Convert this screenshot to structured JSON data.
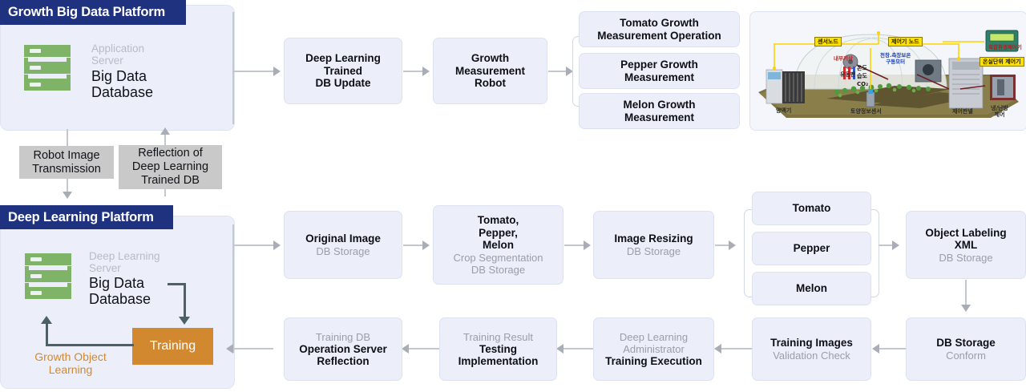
{
  "diagram": {
    "title": "Growth Big Data Platform and Deep Learning Platform flow diagram"
  },
  "platforms": [
    {
      "header": "Growth Big Data Platform",
      "server_sub": "Application\nServer",
      "server_title": "Big Data\nDatabase"
    },
    {
      "header": "Deep Learning Platform",
      "server_sub": "Deep Learning\nServer",
      "server_title": "Big Data\nDatabase",
      "training_label": "Training",
      "learning_label": "Growth Object\nLearning"
    }
  ],
  "notes": [
    {
      "text": "Robot Image\nTransmission"
    },
    {
      "text": "Reflection of\nDeep Learning\nTrained DB"
    }
  ],
  "top_flow": [
    {
      "strong": "Deep Learning\nTrained\nDB Update",
      "light": ""
    },
    {
      "strong": "Growth\nMeasurement\nRobot",
      "light": ""
    }
  ],
  "measurement_boxes": [
    {
      "strong": "Tomato Growth\nMeasurement Operation"
    },
    {
      "strong": "Pepper Growth\nMeasurement"
    },
    {
      "strong": "Melon Growth\nMeasurement"
    }
  ],
  "mid_flow": [
    {
      "strong": "Original Image",
      "light": "DB Storage"
    },
    {
      "strong": "Tomato,\nPepper,\nMelon",
      "light": "Crop Segmentation\nDB Storage"
    },
    {
      "strong": "Image Resizing",
      "light": "DB Storage"
    }
  ],
  "crop_boxes": [
    {
      "strong": "Tomato"
    },
    {
      "strong": "Pepper"
    },
    {
      "strong": "Melon"
    }
  ],
  "labeling_box": {
    "strong": "Object Labeling\nXML",
    "light": "DB Storage"
  },
  "bottom_flow": [
    {
      "light": "Training DB",
      "strong": "Operation Server\nReflection"
    },
    {
      "light": "Training Result",
      "strong": "Testing\nImplementation"
    },
    {
      "light": "Deep Learning\nAdministrator",
      "strong": "Training Execution"
    },
    {
      "strong": "Training Images",
      "light": "Validation Check"
    },
    {
      "strong": "DB Storage",
      "light": "Conform"
    }
  ],
  "greenhouse": {
    "caption": "Smart greenhouse sensor and controller node illustration",
    "labels": {
      "sensor_node": "센서노드",
      "controller_node": "제어기 노드",
      "greenhouse_unit_controller": "온실단위 제어기",
      "device_caption": "복합환경제어기",
      "internal_weather": "내부기상",
      "temperature": "온도",
      "humidity": "습도",
      "co2": "CO₂",
      "ceiling_motor": "천창.측장보온\n구동모터",
      "fan": "유동팬",
      "nutrient": "양액기",
      "soil_sensor": "토양정보센서",
      "control_panel": "제어판넬",
      "hvac": "냉/난방\n제어"
    }
  },
  "colors": {
    "panel_bg": "#eceffa",
    "header_navy": "#1f327f",
    "server_green": "#7fb468",
    "training_orange": "#d2882f",
    "note_grey": "#c9c9c9",
    "connector_grey": "#c3c7cf",
    "teal_arrow": "#4c6068"
  }
}
